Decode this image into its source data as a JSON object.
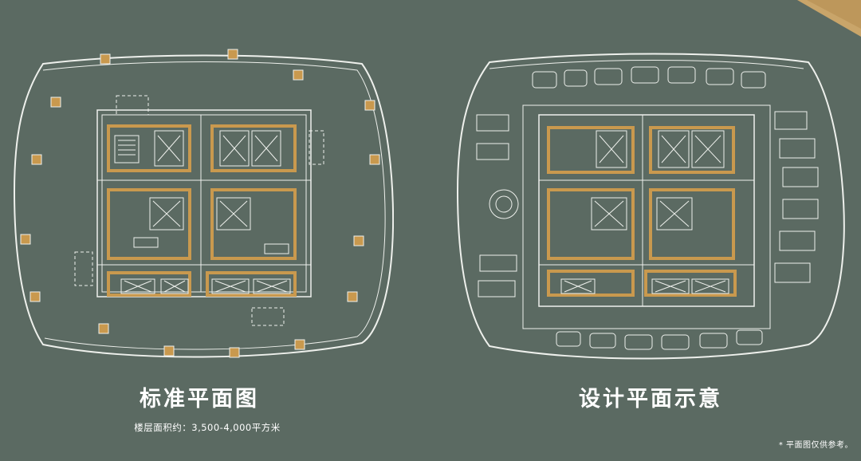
{
  "corner_accent_color": "#c9a56a",
  "colors": {
    "background": "#5b6a62",
    "line": "#eef0ec",
    "accent": "#c9994e"
  },
  "plans": {
    "standard": {
      "title": "标准平面图",
      "subtitle": "楼层面积约：3,500-4,000平方米"
    },
    "design": {
      "title": "设计平面示意"
    }
  },
  "note": "* 平面图仅供参考。"
}
